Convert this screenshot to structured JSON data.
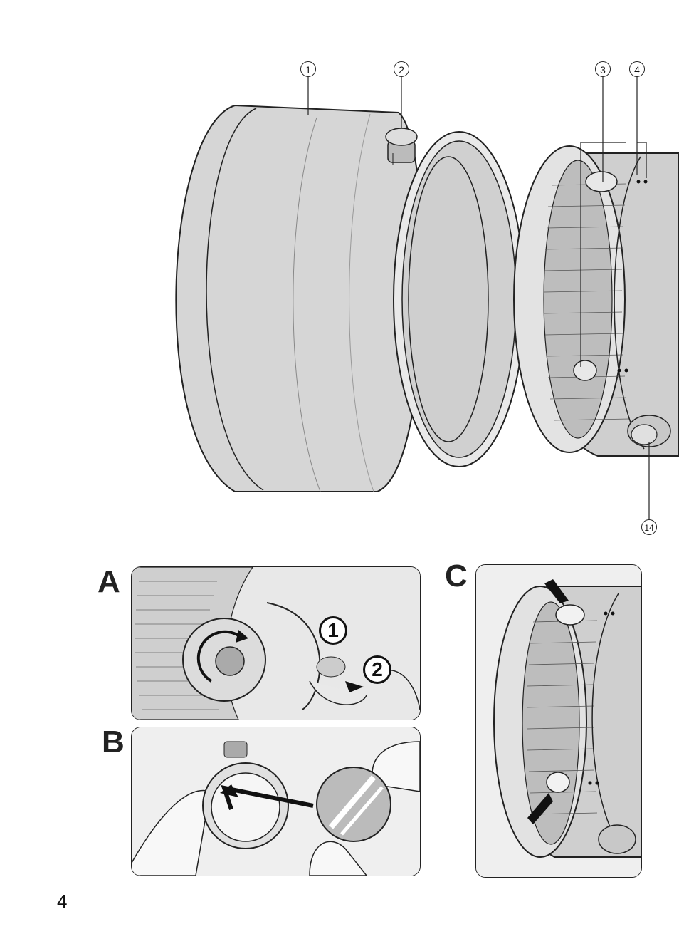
{
  "callouts": {
    "c1": "1",
    "c2": "2",
    "c3": "3",
    "c4": "4",
    "c14": "14"
  },
  "panels": {
    "a": {
      "letter": "A",
      "step1": "1",
      "step2": "2"
    },
    "b": {
      "letter": "B"
    },
    "c": {
      "letter": "C"
    }
  },
  "page_number": "4",
  "colors": {
    "line": "#222222",
    "fill": "#d9d9d9",
    "light": "#efefef",
    "dark": "#9a9a9a"
  },
  "icons": [
    "lens-hood-illustration",
    "arrow-icon",
    "knurled-knob-icon"
  ]
}
